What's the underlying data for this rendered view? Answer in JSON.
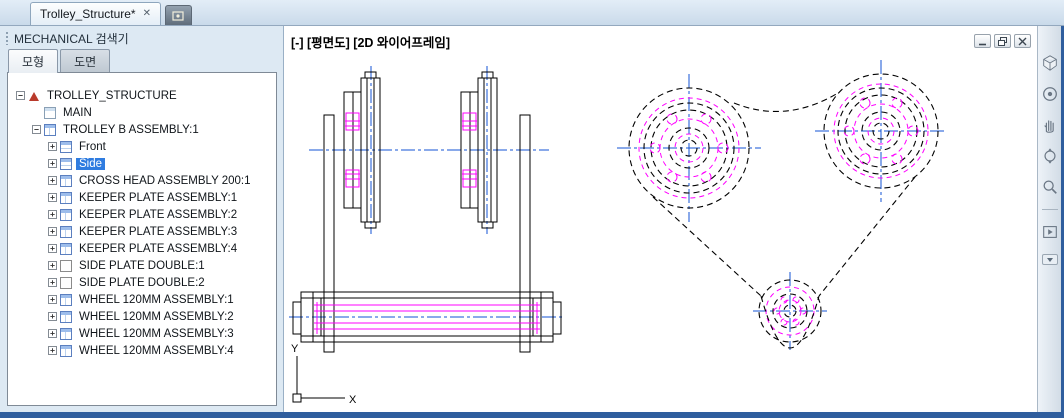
{
  "window": {
    "doc_tab": {
      "title": "Trolley_Structure*",
      "close_glyph": "✕"
    },
    "controls": [
      "minimize",
      "restore-down",
      "close"
    ]
  },
  "browser_panel": {
    "title": "MECHANICAL 검색기",
    "tabs": [
      {
        "label": "모형",
        "active": true
      },
      {
        "label": "도면",
        "active": false
      }
    ],
    "tree": {
      "items": [
        {
          "level": 0,
          "expander": "minus",
          "icon": "assembly-root",
          "label": "TROLLEY_STRUCTURE",
          "selected": false
        },
        {
          "level": 1,
          "expander": "none",
          "icon": "main-node",
          "label": "MAIN",
          "selected": false
        },
        {
          "level": 1,
          "expander": "minus",
          "icon": "assembly",
          "label": "TROLLEY B ASSEMBLY:1",
          "selected": false
        },
        {
          "level": 2,
          "expander": "plus",
          "icon": "view",
          "label": "Front",
          "selected": false
        },
        {
          "level": 2,
          "expander": "plus",
          "icon": "view",
          "label": "Side",
          "selected": true
        },
        {
          "level": 2,
          "expander": "plus",
          "icon": "assembly",
          "label": "CROSS HEAD ASSEMBLY 200:1",
          "selected": false
        },
        {
          "level": 2,
          "expander": "plus",
          "icon": "assembly",
          "label": "KEEPER PLATE ASSEMBLY:1",
          "selected": false
        },
        {
          "level": 2,
          "expander": "plus",
          "icon": "assembly",
          "label": "KEEPER PLATE ASSEMBLY:2",
          "selected": false
        },
        {
          "level": 2,
          "expander": "plus",
          "icon": "assembly",
          "label": "KEEPER PLATE ASSEMBLY:3",
          "selected": false
        },
        {
          "level": 2,
          "expander": "plus",
          "icon": "assembly",
          "label": "KEEPER PLATE ASSEMBLY:4",
          "selected": false
        },
        {
          "level": 2,
          "expander": "plus",
          "icon": "part",
          "label": "SIDE PLATE DOUBLE:1",
          "selected": false
        },
        {
          "level": 2,
          "expander": "plus",
          "icon": "part",
          "label": "SIDE PLATE DOUBLE:2",
          "selected": false
        },
        {
          "level": 2,
          "expander": "plus",
          "icon": "assembly",
          "label": "WHEEL 120MM ASSEMBLY:1",
          "selected": false
        },
        {
          "level": 2,
          "expander": "plus",
          "icon": "assembly",
          "label": "WHEEL 120MM ASSEMBLY:2",
          "selected": false
        },
        {
          "level": 2,
          "expander": "plus",
          "icon": "assembly",
          "label": "WHEEL 120MM ASSEMBLY:3",
          "selected": false
        },
        {
          "level": 2,
          "expander": "plus",
          "icon": "assembly",
          "label": "WHEEL 120MM ASSEMBLY:4",
          "selected": false
        }
      ]
    }
  },
  "viewport": {
    "controls": [
      "[-]",
      "[평면도]",
      "[2D 와이어프레임]"
    ],
    "ucs": {
      "x_label": "X",
      "y_label": "Y"
    }
  },
  "navbar": {
    "icons": [
      "viewcube-icon",
      "steering-wheel-icon",
      "pan-hand-icon",
      "orbit-icon",
      "zoom-icon",
      "showmotion-icon",
      "chevron-down-icon"
    ]
  },
  "drawing": {
    "colors": {
      "outline": "#000000",
      "detail": "#ff00ff",
      "centerline": "#1353d4",
      "canvas": "#ffffff"
    }
  }
}
